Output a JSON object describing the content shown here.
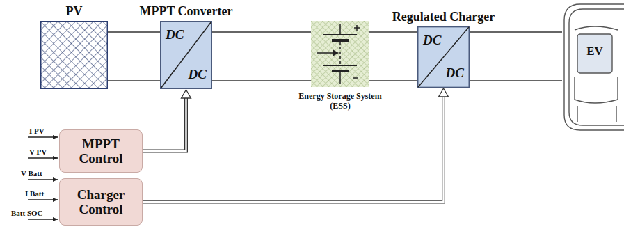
{
  "diagram": {
    "nodes": [
      {
        "text": [
          "PV"
        ]
      },
      {
        "text": [
          "MPPT Converter",
          "DC",
          "DC"
        ]
      },
      {
        "text": [
          "Energy Storage System (ESS)"
        ]
      },
      {
        "text": [
          "Regulated Charger",
          "DC",
          "DC"
        ]
      },
      {
        "text": [
          "EV"
        ]
      },
      {
        "text": [
          "MPPT Control"
        ]
      },
      {
        "text": [
          "Charger Control"
        ]
      }
    ],
    "edges": [
      {
        "from": 0,
        "to": 1,
        "arrow": "none"
      },
      {
        "from": 1,
        "to": 2,
        "arrow": "none"
      },
      {
        "from": 2,
        "to": 3,
        "arrow": "none"
      },
      {
        "from": 3,
        "to": 4,
        "arrow": "none"
      },
      {
        "from": 5,
        "to": 1,
        "arrow": "to"
      },
      {
        "from": 6,
        "to": 3,
        "arrow": "to"
      }
    ],
    "labels": [
      "I PV",
      "V PV",
      "V Batt",
      "I Batt",
      "Batt SOC"
    ]
  }
}
